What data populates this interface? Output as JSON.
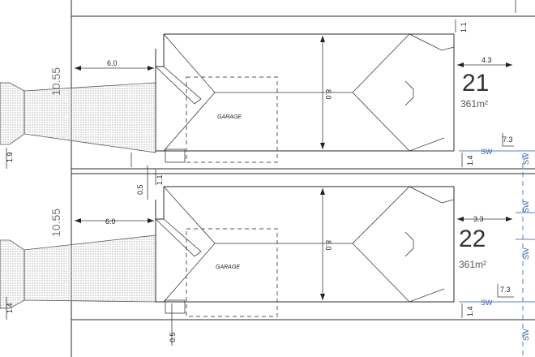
{
  "lots": [
    {
      "number": "21",
      "area": "361m²",
      "garage": "GARAGE",
      "house_depth": "8.0",
      "setback": "6.0",
      "frontage": "10.55",
      "side_gap_top": "1.1",
      "rear_width": "4.3",
      "rear_depth": "7.3",
      "left_offset": "1.9",
      "gap_below": "1.4",
      "side_gap_bottom": "0.5"
    },
    {
      "number": "22",
      "area": "361m²",
      "garage": "GARAGE",
      "house_depth": "8.0",
      "setback": "6.0",
      "frontage": "10.55",
      "side_gap_top": "1.1",
      "rear_width": "3.3",
      "rear_depth": "7.3",
      "left_offset": "1.4",
      "gap_below": "1.4",
      "side_gap_bottom": "0.5"
    }
  ],
  "easement_label": "SW",
  "colors": {
    "linework": "#2a2a2a",
    "stormwater": "#5b7fbf",
    "driveway_hatch": "#9a9a9a"
  }
}
